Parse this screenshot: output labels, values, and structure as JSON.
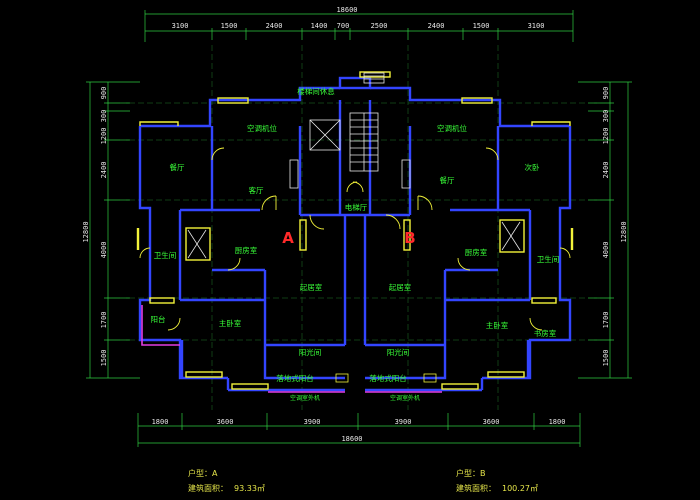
{
  "dimensions": {
    "top_total": "18600",
    "top_segments": [
      "3100",
      "1500",
      "2400",
      "1400",
      "700",
      "2500",
      "2400",
      "1500",
      "3100"
    ],
    "bottom_segments": [
      "1800",
      "3600",
      "3900",
      "3900",
      "3600",
      "1800"
    ],
    "bottom_total": "18600",
    "left_total": "12800",
    "right_total": "12800",
    "left_segments": [
      "900",
      "300",
      "1200",
      "2400",
      "4000",
      "1700",
      "1500"
    ],
    "right_segments": [
      "900",
      "300",
      "1200",
      "2400",
      "4000",
      "1700",
      "1500"
    ]
  },
  "rooms": {
    "top_corridor": "楼梯间休息",
    "dining_a": "餐厅",
    "dining_b": "餐厅",
    "secondary_bedroom_a": "客厅",
    "secondary_bedroom_b": "次卧",
    "bathroom_a": "卫生间",
    "bathroom_b": "卫生间",
    "kitchen_a": "厨房室",
    "kitchen_b": "厨房室",
    "living_a": "起居室",
    "living_b": "起居室",
    "master_a": "主卧室",
    "master_b": "主卧室",
    "balcony_a": "阳台",
    "study_b": "书房室",
    "sunroom_a": "阳光间",
    "sunroom_b": "阳光间",
    "bay_a": "落地式阳台",
    "bay_b": "落地式阳台",
    "ac_platform_a": "空调机位",
    "ac_platform_b": "空调机位",
    "elevator_lobby": "电梯厅",
    "ac_bottom_left": "空调室外机",
    "ac_bottom_right": "空调室外机"
  },
  "unit_labels": {
    "a": "A",
    "b": "B"
  },
  "unit_info": {
    "a": {
      "type_label": "户型：A",
      "area_label": "建筑面积：",
      "area_value": "93.33㎡"
    },
    "b": {
      "type_label": "户型：B",
      "area_label": "建筑面积：",
      "area_value": "100.27㎡"
    }
  }
}
